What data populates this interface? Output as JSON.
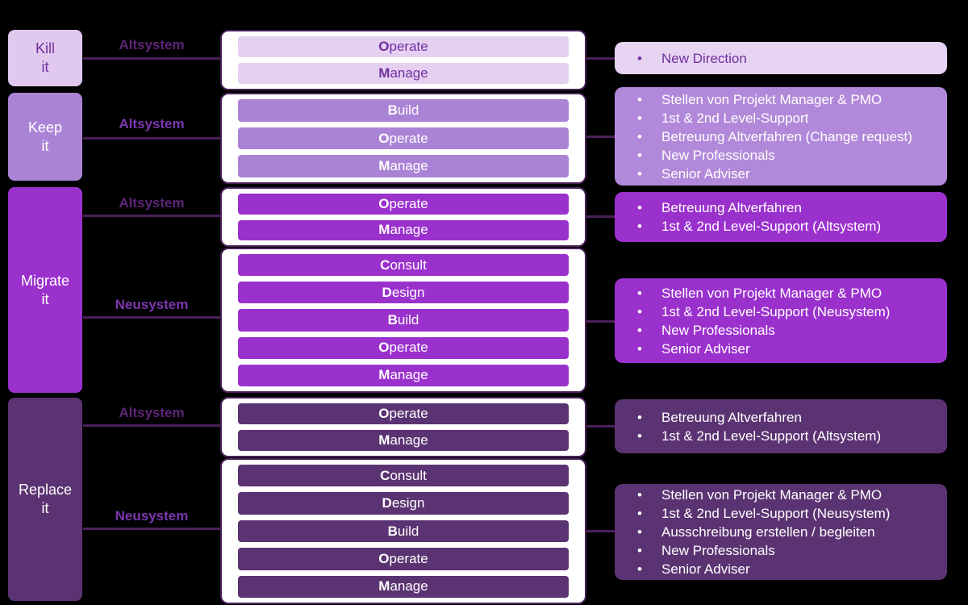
{
  "colors": {
    "background": "#000000",
    "container_bg": "#ffffff",
    "line": "#4a2059",
    "purple_text": "#7030a0",
    "light_bar": "#e5d0f2",
    "light_box": "#e1c8ee",
    "light_service": "#e7d4f3",
    "medium": "#ab83d6",
    "medium_service": "#b289da",
    "bright": "#9b31cd",
    "dark": "#5b3372",
    "label_dark": "#5c2478",
    "label_bright": "#7b36b0",
    "white_text": "#ffffff"
  },
  "strategies": [
    {
      "line1": "Kill",
      "line2": "it"
    },
    {
      "line1": "Keep",
      "line2": "it"
    },
    {
      "line1": "Migrate",
      "line2": "it"
    },
    {
      "line1": "Replace",
      "line2": "it"
    }
  ],
  "groups": [
    {
      "system_label": "Altsystem",
      "phases": [
        {
          "initial": "O",
          "rest": "perate"
        },
        {
          "initial": "M",
          "rest": "anage"
        }
      ],
      "services": [
        "New Direction"
      ]
    },
    {
      "system_label": "Altsystem",
      "phases": [
        {
          "initial": "B",
          "rest": "uild"
        },
        {
          "initial": "O",
          "rest": "perate"
        },
        {
          "initial": "M",
          "rest": "anage"
        }
      ],
      "services": [
        "Stellen von Projekt Manager & PMO",
        "1st & 2nd Level-Support",
        "Betreuung Altverfahren (Change request)",
        "New Professionals",
        "Senior Adviser"
      ]
    },
    {
      "system_label": "Altsystem",
      "phases": [
        {
          "initial": "O",
          "rest": "perate"
        },
        {
          "initial": "M",
          "rest": "anage"
        }
      ],
      "services": [
        "Betreuung Altverfahren",
        "1st & 2nd Level-Support (Altsystem)"
      ]
    },
    {
      "system_label": "Neusystem",
      "phases": [
        {
          "initial": "C",
          "rest": "onsult"
        },
        {
          "initial": "D",
          "rest": "esign"
        },
        {
          "initial": "B",
          "rest": "uild"
        },
        {
          "initial": "O",
          "rest": "perate"
        },
        {
          "initial": "M",
          "rest": "anage"
        }
      ],
      "services": [
        "Stellen von Projekt Manager & PMO",
        "1st & 2nd Level-Support (Neusystem)",
        "New Professionals",
        "Senior Adviser"
      ]
    },
    {
      "system_label": "Altsystem",
      "phases": [
        {
          "initial": "O",
          "rest": "perate"
        },
        {
          "initial": "M",
          "rest": "anage"
        }
      ],
      "services": [
        "Betreuung Altverfahren",
        "1st & 2nd Level-Support (Altsystem)"
      ]
    },
    {
      "system_label": "Neusystem",
      "phases": [
        {
          "initial": "C",
          "rest": "onsult"
        },
        {
          "initial": "D",
          "rest": "esign"
        },
        {
          "initial": "B",
          "rest": "uild"
        },
        {
          "initial": "O",
          "rest": "perate"
        },
        {
          "initial": "M",
          "rest": "anage"
        }
      ],
      "services": [
        "Stellen von Projekt Manager & PMO",
        "1st & 2nd Level-Support (Neusystem)",
        "Ausschreibung erstellen / begleiten",
        "New Professionals",
        "Senior Adviser"
      ]
    }
  ]
}
